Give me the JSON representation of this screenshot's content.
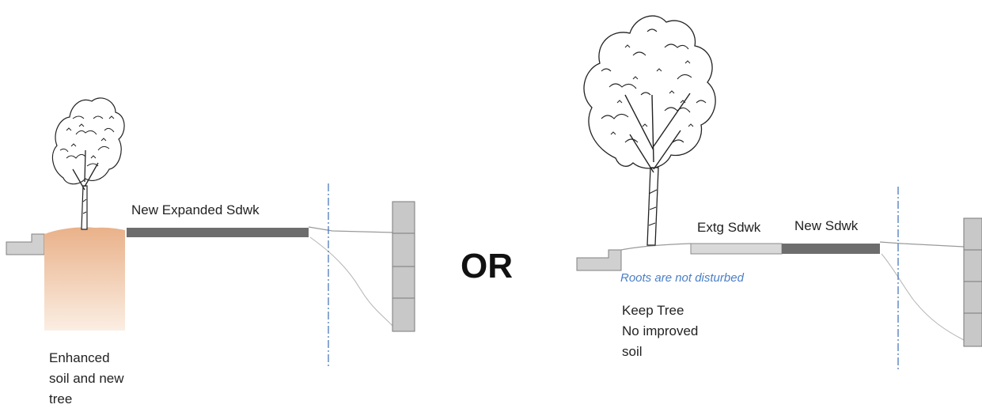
{
  "left_option": {
    "sidewalk_label": "New Expanded Sdwk",
    "soil_note": "Enhanced\nsoil and new\ntree"
  },
  "separator": "OR",
  "right_option": {
    "existing_sidewalk_label": "Extg Sdwk",
    "new_sidewalk_label": "New Sdwk",
    "roots_note": "Roots are not disturbed",
    "keep_note": "Keep Tree\nNo improved\nsoil"
  },
  "colors": {
    "enhanced_soil": "#e9b189",
    "new_sidewalk": "#6d6d6d",
    "existing_sidewalk": "#d9d9d9",
    "curb": "#d0d0d0",
    "wall_block": "#c8c8c8",
    "property_line": "#3d6fb5",
    "roots_note": "#4a7fc6"
  }
}
